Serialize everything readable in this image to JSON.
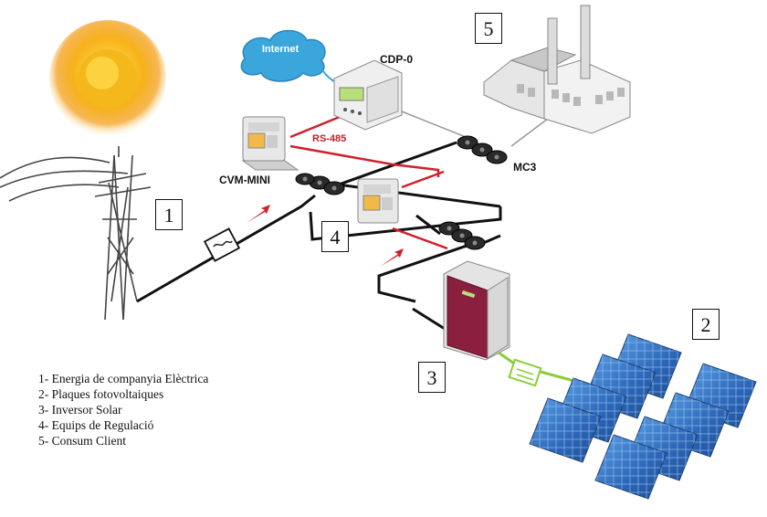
{
  "labels": {
    "internet": "Internet",
    "cdp": "CDP-0",
    "rs485": "RS-485",
    "cvm": "CVM-MINI",
    "mc3": "MC3"
  },
  "boxes": {
    "b1": "1",
    "b2": "2",
    "b3": "3",
    "b4": "4",
    "b5": "5"
  },
  "legend": [
    "1- Energia de companyia Elèctrica",
    "2- Plaques fotovoltaiques",
    "3- Inversor Solar",
    "4- Equips de Regulació",
    "5- Consum Client"
  ],
  "colors": {
    "power_line": "#111111",
    "comm_line": "#d0202a",
    "pv_line": "#8ccc3a",
    "cloud": "#3aa6dc",
    "inverter": "#8a1f3e",
    "panel": "#2e6fbf",
    "sun": "#f6b21a"
  }
}
